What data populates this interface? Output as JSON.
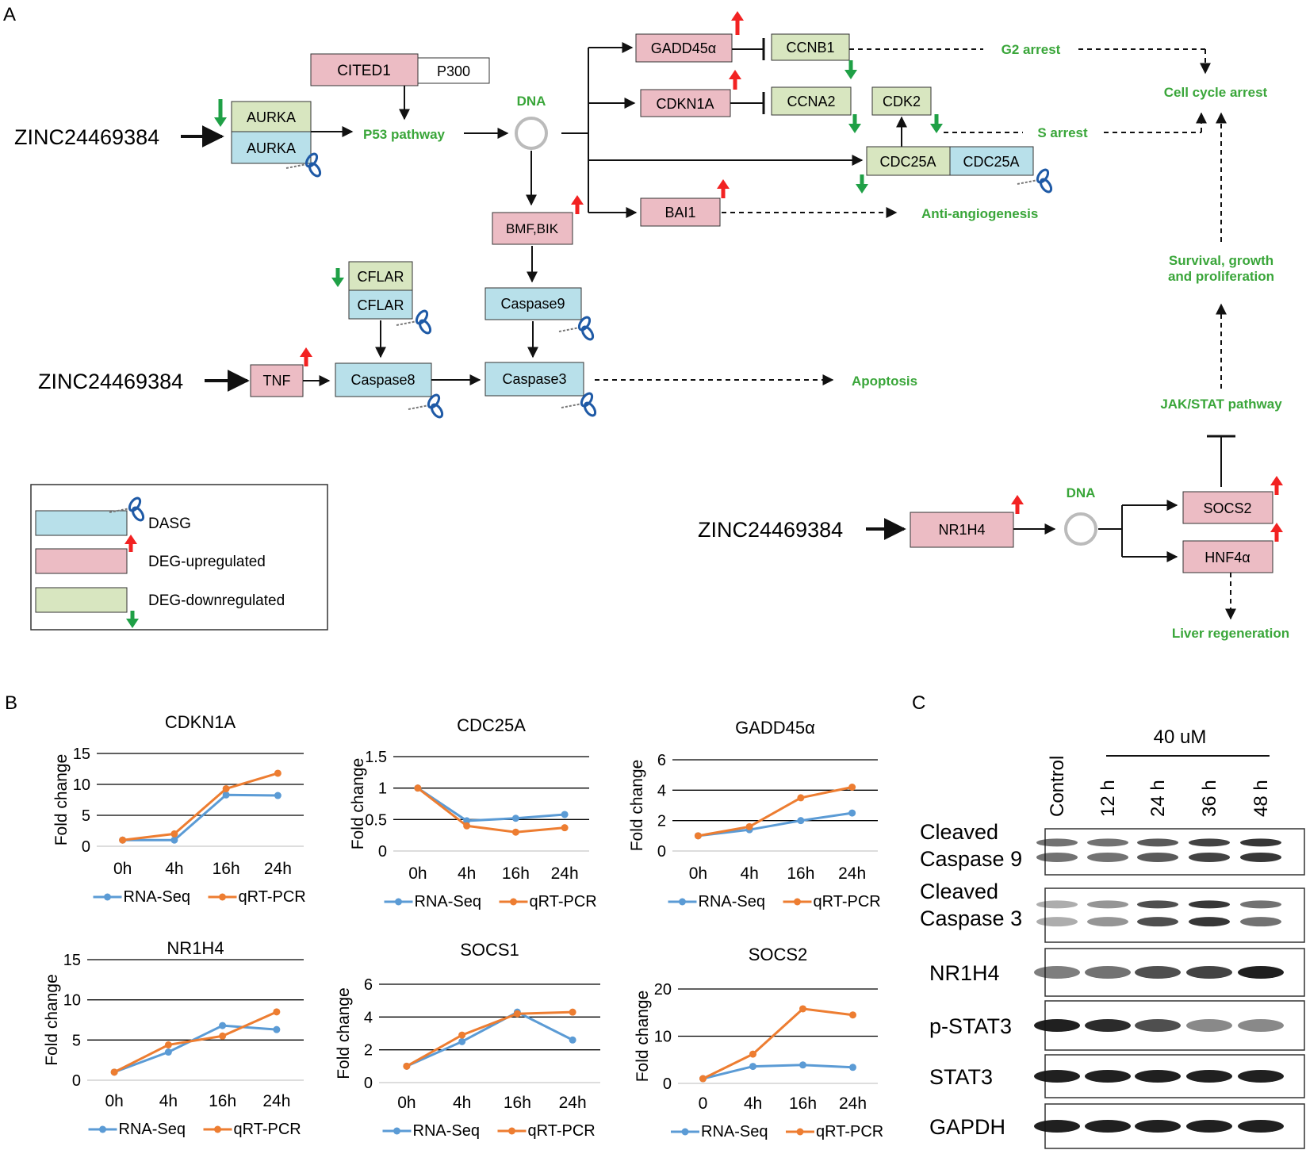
{
  "panels": {
    "a": "A",
    "b": "B",
    "c": "C"
  },
  "pathway": {
    "compound": "ZINC24469384",
    "nodes": {
      "cited1": "CITED1",
      "p300": "P300",
      "aurka_down": "AURKA",
      "aurka_dasg": "AURKA",
      "gadd45a": "GADD45α",
      "ccnb1": "CCNB1",
      "cdkn1a": "CDKN1A",
      "ccna2": "CCNA2",
      "cdk2": "CDK2",
      "cdc25a_down": "CDC25A",
      "cdc25a_dasg": "CDC25A",
      "bai1": "BAI1",
      "bmf_bik": "BMF,BIK",
      "cflar_down": "CFLAR",
      "cflar_dasg": "CFLAR",
      "caspase9": "Caspase9",
      "tnf": "TNF",
      "caspase8": "Caspase8",
      "caspase3": "Caspase3",
      "nr1h4": "NR1H4",
      "socs2": "SOCS2",
      "hnf4a": "HNF4α"
    },
    "labels": {
      "p53": "P53 pathway",
      "dna": "DNA",
      "g2": "G2 arrest",
      "s_arrest": "S arrest",
      "cell_cycle": "Cell cycle arrest",
      "angio": "Anti-angiogenesis",
      "apoptosis": "Apoptosis",
      "survival_1": "Survival, growth",
      "survival_2": "and proliferation",
      "jak": "JAK/STAT pathway",
      "liver": "Liver regeneration"
    },
    "legend": {
      "dasg": "DASG",
      "up": "DEG-upregulated",
      "down": "DEG-downregulated"
    },
    "colors": {
      "dasg": "#b8e0ea",
      "up": "#ecbcc4",
      "down": "#d8e6c0",
      "label_green": "#3aa63a",
      "arrow_up": "#f22222",
      "arrow_down": "#1fa046"
    }
  },
  "chart_data": [
    {
      "type": "line",
      "title": "CDKN1A",
      "ylabel": "Fold change",
      "categories": [
        "0h",
        "4h",
        "16h",
        "24h"
      ],
      "ylim": [
        0,
        15
      ],
      "yticks": [
        0,
        5,
        10,
        15
      ],
      "series": [
        {
          "name": "RNA-Seq",
          "color": "#5b9bd5",
          "values": [
            1.0,
            1.0,
            8.3,
            8.2
          ]
        },
        {
          "name": "qRT-PCR",
          "color": "#ed7d31",
          "values": [
            1.0,
            2.0,
            9.3,
            11.8
          ]
        }
      ],
      "legend": "bottom"
    },
    {
      "type": "line",
      "title": "CDC25A",
      "ylabel": "Fold change",
      "categories": [
        "0h",
        "4h",
        "16h",
        "24h"
      ],
      "ylim": [
        0,
        1.5
      ],
      "yticks": [
        0,
        0.5,
        1,
        1.5
      ],
      "series": [
        {
          "name": "RNA-Seq",
          "color": "#5b9bd5",
          "values": [
            1.0,
            0.48,
            0.52,
            0.58
          ]
        },
        {
          "name": "qRT-PCR",
          "color": "#ed7d31",
          "values": [
            1.0,
            0.4,
            0.3,
            0.37
          ]
        }
      ],
      "legend": "bottom"
    },
    {
      "type": "line",
      "title": "GADD45α",
      "ylabel": "Fold change",
      "categories": [
        "0h",
        "4h",
        "16h",
        "24h"
      ],
      "ylim": [
        0,
        6
      ],
      "yticks": [
        0,
        2,
        4,
        6
      ],
      "series": [
        {
          "name": "RNA-Seq",
          "color": "#5b9bd5",
          "values": [
            1.0,
            1.4,
            2.0,
            2.5
          ]
        },
        {
          "name": "qRT-PCR",
          "color": "#ed7d31",
          "values": [
            1.0,
            1.6,
            3.5,
            4.2
          ]
        }
      ],
      "legend": "bottom"
    },
    {
      "type": "line",
      "title": "NR1H4",
      "ylabel": "Fold change",
      "categories": [
        "0h",
        "4h",
        "16h",
        "24h"
      ],
      "ylim": [
        0,
        15
      ],
      "yticks": [
        0,
        5,
        10,
        15
      ],
      "series": [
        {
          "name": "RNA-Seq",
          "color": "#5b9bd5",
          "values": [
            1.0,
            3.5,
            6.8,
            6.3
          ]
        },
        {
          "name": "qRT-PCR",
          "color": "#ed7d31",
          "values": [
            1.0,
            4.4,
            5.5,
            8.5
          ]
        }
      ],
      "legend": "bottom"
    },
    {
      "type": "line",
      "title": "SOCS1",
      "ylabel": "Fold change",
      "categories": [
        "0h",
        "4h",
        "16h",
        "24h"
      ],
      "ylim": [
        0,
        6
      ],
      "yticks": [
        0,
        2,
        4,
        6
      ],
      "series": [
        {
          "name": "RNA-Seq",
          "color": "#5b9bd5",
          "values": [
            1.0,
            2.5,
            4.3,
            2.6
          ]
        },
        {
          "name": "qRT-PCR",
          "color": "#ed7d31",
          "values": [
            1.0,
            2.9,
            4.2,
            4.3
          ]
        }
      ],
      "legend": "bottom"
    },
    {
      "type": "line",
      "title": "SOCS2",
      "ylabel": "Fold change",
      "categories": [
        "0",
        "4h",
        "16h",
        "24h"
      ],
      "ylim": [
        0,
        20
      ],
      "yticks": [
        0,
        10,
        20
      ],
      "series": [
        {
          "name": "RNA-Seq",
          "color": "#5b9bd5",
          "values": [
            1.0,
            3.6,
            3.9,
            3.4
          ]
        },
        {
          "name": "qRT-PCR",
          "color": "#ed7d31",
          "values": [
            1.0,
            6.2,
            15.8,
            14.5
          ]
        }
      ],
      "legend": "bottom"
    }
  ],
  "blot": {
    "dose": "40 uM",
    "lanes": [
      "Control",
      "12 h",
      "24 h",
      "36 h",
      "48 h"
    ],
    "rows": [
      "Cleaved\nCaspase 9",
      "Cleaved\nCaspase 3",
      "NR1H4",
      "p-STAT3",
      "STAT3",
      "GAPDH"
    ]
  }
}
